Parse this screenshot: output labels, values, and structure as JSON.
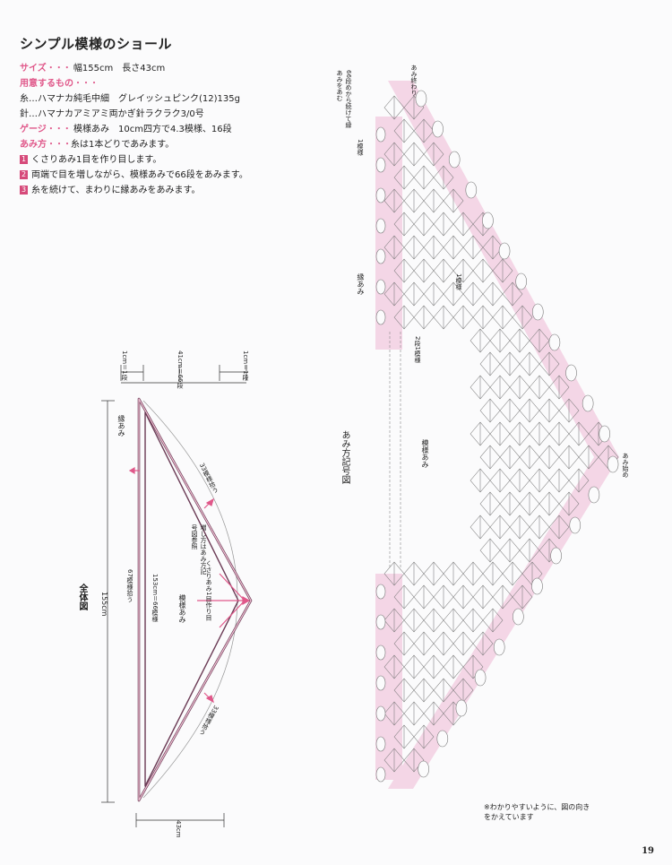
{
  "title": "シンプル模様のショール",
  "specs": [
    {
      "key": "サイズ",
      "dots": "・・・",
      "value": "幅155cm　長さ43cm"
    },
    {
      "key": "用意するもの",
      "dots": "・・・",
      "value": ""
    },
    {
      "key": "",
      "dots": "",
      "value": "糸…ハマナカ純毛中細　グレイッシュピンク(12)135g"
    },
    {
      "key": "",
      "dots": "",
      "value": "針…ハマナカアミアミ両かぎ針ラクラク3/0号"
    },
    {
      "key": "ゲージ",
      "dots": "・・・",
      "value": "模様あみ　10cm四方で4.3模様、16段"
    },
    {
      "key": "あみ方",
      "dots": "・・・",
      "value": "糸は1本どりであみます。"
    }
  ],
  "steps": [
    {
      "num": "1",
      "text": "くさりあみ1目を作り目します。"
    },
    {
      "num": "2",
      "text": "両端で目を増しながら、模様あみで66段をあみます。"
    },
    {
      "num": "3",
      "text": "糸を続けて、まわりに縁あみをあみます。"
    }
  ],
  "overview": {
    "title": "全体図",
    "width_label": "155cm",
    "height_label": "43cm",
    "top_rows": "41cm＝66段",
    "left_rows": "1cm＝1段",
    "right_rows": "1cm＝1段",
    "edge_label": "縁あみ",
    "pickup_67": "67模様拾う",
    "pickup_153": "153cm＝66模様",
    "pickup_33_top": "33模様拾う",
    "pickup_33_bottom": "33模様拾う",
    "pattern_label": "模様あみ",
    "increase_note": "増し方はあみ方記号図参照",
    "chain_start": "くさりあみ1目作り目"
  },
  "chart": {
    "title": "あみ方記号図",
    "edge_start": "66段めから続けて縁あみをあむ",
    "edge_end": "あみ終わり",
    "start_label": "あみ始め",
    "edge_label": "縁あみ",
    "one_pattern": "1模様",
    "pattern_label": "模様あみ",
    "row_note": "2段1模様",
    "note": "※わかりやすいように、図の向きをかえています"
  },
  "page_number": "19",
  "colors": {
    "accent": "#e0588a",
    "pink_fill": "#f4d6e6",
    "shawl_stroke": "#6b3b55"
  }
}
